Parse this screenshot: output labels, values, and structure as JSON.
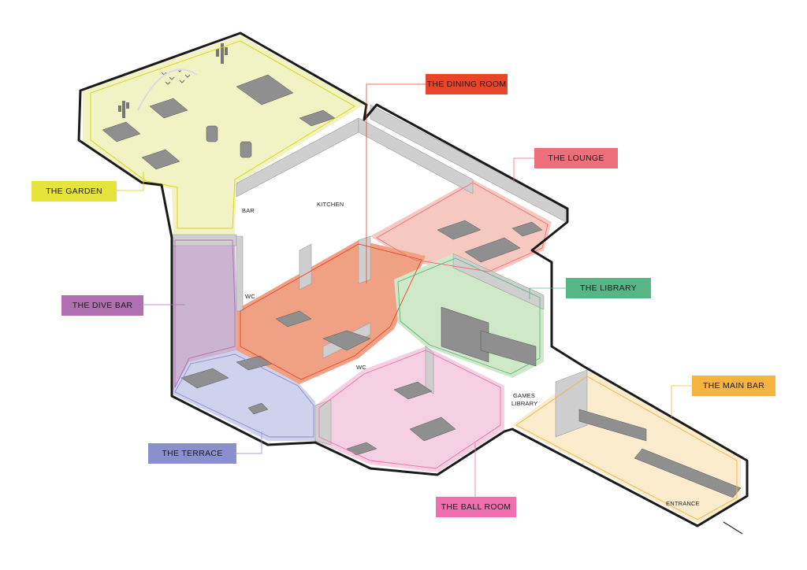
{
  "zones": [
    {
      "id": "garden",
      "label": "THE GARDEN",
      "color": "#e6e43a"
    },
    {
      "id": "dining",
      "label": "THE DINING ROOM",
      "color": "#e8452b"
    },
    {
      "id": "lounge",
      "label": "THE LOUNGE",
      "color": "#ee6f7c"
    },
    {
      "id": "library",
      "label": "THE LIBRARY",
      "color": "#56b686"
    },
    {
      "id": "dive",
      "label": "THE DIVE BAR",
      "color": "#b06fb0"
    },
    {
      "id": "mainbar",
      "label": "THE MAIN BAR",
      "color": "#f6b33d"
    },
    {
      "id": "terrace",
      "label": "THE TERRACE",
      "color": "#8a8fce"
    },
    {
      "id": "ballroom",
      "label": "THE BALL ROOM",
      "color": "#ef6fb0"
    }
  ],
  "rooms": {
    "kitchen": "KITCHEN",
    "bar": "BAR",
    "wc_left": "WC",
    "wc_center": "WC",
    "games_line1": "GAMES",
    "games_line2": "LIBRARY",
    "entrance": "ENTRANCE"
  },
  "colors": {
    "outline": "#1a1a1a",
    "wall": "#cfcfcf",
    "wall_dark": "#9c9c9c",
    "furniture": "#6e6e6e",
    "garden_fill": "#f2f3c4",
    "dining_fill": "#f0a183",
    "lounge_fill": "#f6c9c0",
    "library_fill": "#cfe8c8",
    "dive_fill": "#cbb4d2",
    "terrace_fill": "#cfd2ec",
    "ballroom_fill": "#f5cfe2",
    "mainbar_fill": "#fbeccd"
  },
  "icons": [
    "cactus-icon",
    "bird-flock-icon",
    "north-arrow-icon"
  ]
}
